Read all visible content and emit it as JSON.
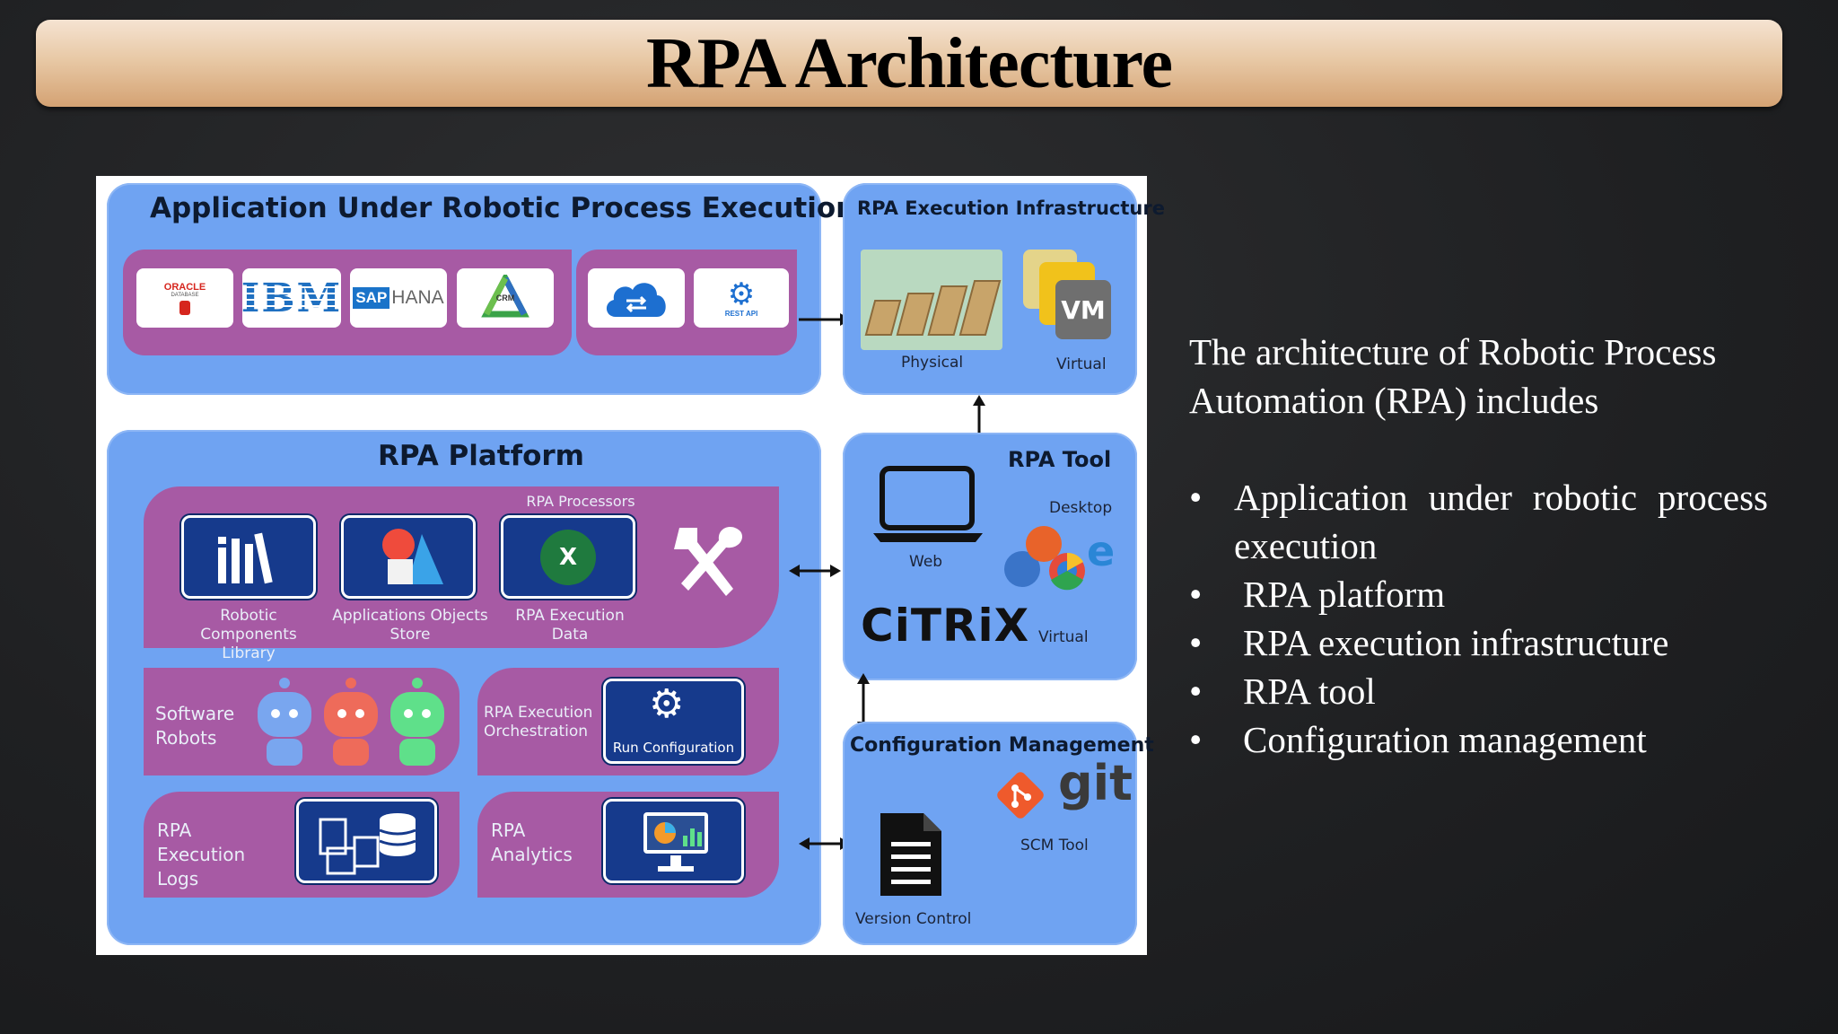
{
  "slide": {
    "title": "RPA Architecture"
  },
  "diagram": {
    "app_panel": {
      "title": "Application Under Robotic Process Execution",
      "logos": [
        "ORACLE",
        "DATABASE",
        "IBM",
        "SAP",
        "HANA",
        "CRM",
        "REST API"
      ]
    },
    "infra_panel": {
      "title": "RPA Execution Infrastructure",
      "physical_label": "Physical",
      "virtual_label": "Virtual",
      "vm_text": "VM"
    },
    "platform_panel": {
      "title": "RPA Platform",
      "processors_label": "RPA Processors",
      "processor_items": [
        {
          "label_line1": "Robotic Components",
          "label_line2": "Library"
        },
        {
          "label_line1": "Applications Objects",
          "label_line2": "Store"
        },
        {
          "label_line1": "RPA Execution",
          "label_line2": "Data"
        }
      ],
      "software_robots_line1": "Software",
      "software_robots_line2": "Robots",
      "orchestration_line1": "RPA Execution",
      "orchestration_line2": "Orchestration",
      "run_configuration": "Run Configuration",
      "logs_line1": "RPA Execution",
      "logs_line2": "Logs",
      "analytics_line1": "RPA",
      "analytics_line2": "Analytics"
    },
    "tool_panel": {
      "title": "RPA Tool",
      "web_label": "Web",
      "desktop_label": "Desktop",
      "citrix_text": "CiTRiX",
      "virtual_label": "Virtual"
    },
    "config_panel": {
      "title": "Configuration Management",
      "git_text": "git",
      "scm_label": "SCM Tool",
      "version_label": "Version Control"
    }
  },
  "description": {
    "intro": "The architecture of Robotic Process Automation (RPA) includes",
    "bullets": [
      "Application under robotic process execution",
      "RPA platform",
      "RPA execution infrastructure",
      "RPA tool",
      "Configuration management"
    ]
  },
  "colors": {
    "panel_blue": "#6fa3f2",
    "purple": "#a75aa4",
    "navy": "#163a8c",
    "title_bar": "#e8c9a6"
  }
}
